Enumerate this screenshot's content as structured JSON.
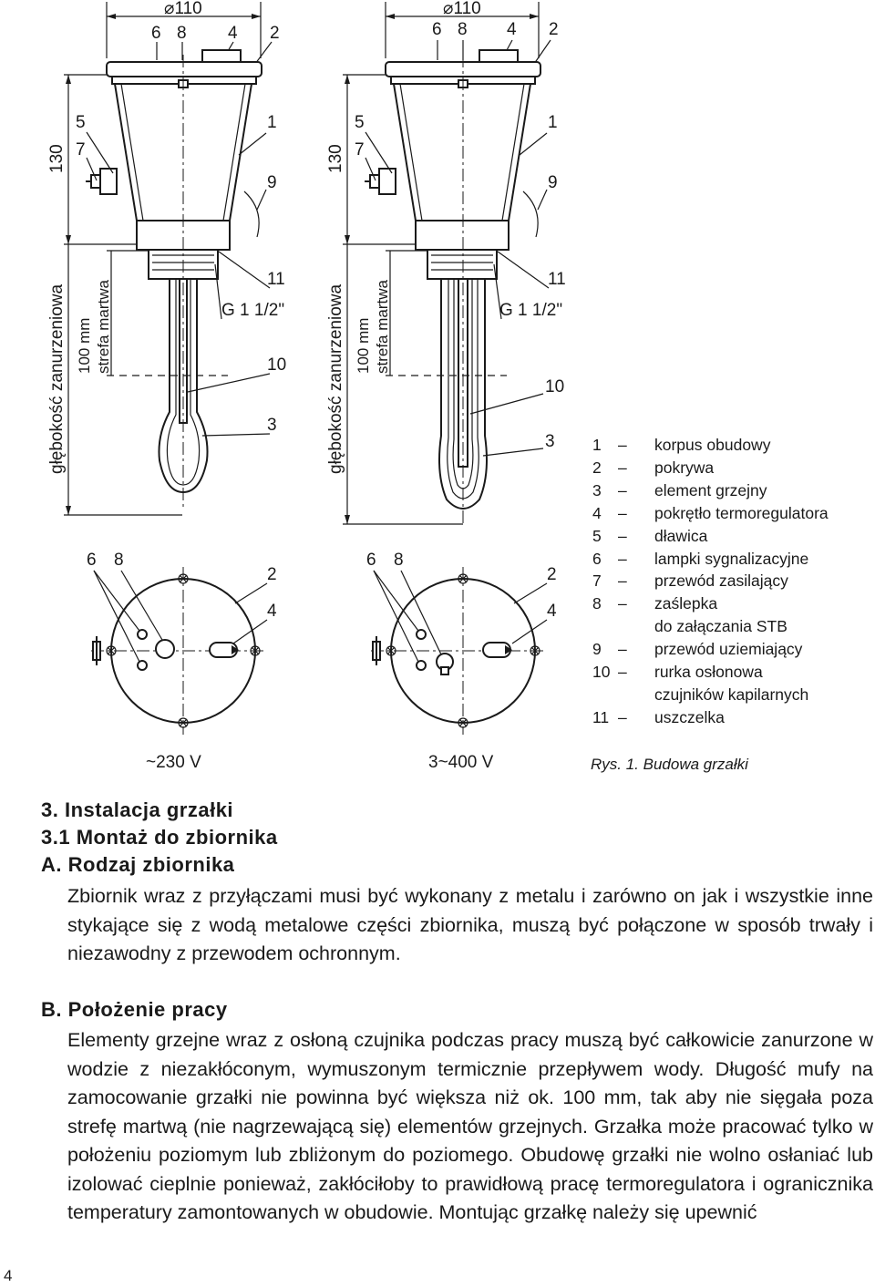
{
  "figure": {
    "diameter_label": "⌀110",
    "top_callouts": [
      "6",
      "8",
      "4",
      "2"
    ],
    "left_side_callouts": [
      "5",
      "7"
    ],
    "right_side_callouts": [
      "1",
      "9",
      "11",
      "10",
      "3"
    ],
    "height_dim": "130",
    "depth_dim": "głębokość zanurzeniowa",
    "deadzone_dim_line1": "100 mm",
    "deadzone_dim_line2": "strefa martwa",
    "thread_label": "G 1 1/2\"",
    "plan_callouts": [
      "6",
      "8",
      "2",
      "4"
    ],
    "voltage_left": "~230 V",
    "voltage_right": "3~400 V",
    "caption": "Rys. 1. Budowa grzałki"
  },
  "legend": [
    {
      "num": "1",
      "text": "korpus obudowy"
    },
    {
      "num": "2",
      "text": "pokrywa"
    },
    {
      "num": "3",
      "text": "element grzejny"
    },
    {
      "num": "4",
      "text": "pokrętło termoregulatora"
    },
    {
      "num": "5",
      "text": "dławica"
    },
    {
      "num": "6",
      "text": "lampki sygnalizacyjne"
    },
    {
      "num": "7",
      "text": "przewód zasilający"
    },
    {
      "num": "8",
      "text": "zaślepka",
      "cont": "do załączania STB"
    },
    {
      "num": "9",
      "text": "przewód uziemiający"
    },
    {
      "num": "10",
      "text": "rurka osłonowa",
      "cont": "czujników kapilarnych"
    },
    {
      "num": "11",
      "text": "uszczelka"
    }
  ],
  "sections": {
    "h3": "3. Instalacja grzałki",
    "h31": "3.1 Montaż do zbiornika",
    "hA": "A. Rodzaj zbiornika",
    "pA": "Zbiornik wraz z przyłączami musi być wykonany z metalu i zarówno on jak i wszystkie inne stykające się z wodą metalowe części zbiornika, muszą być połączone w sposób trwały i niezawodny z przewodem ochronnym.",
    "hB": "B. Położenie pracy",
    "pB": "Elementy grzejne wraz z osłoną czujnika podczas pracy muszą być całkowicie zanurzone w wodzie z niezakłóconym, wymuszonym termicznie przepływem wody. Długość mufy na zamocowanie grzałki nie powinna być większa niż ok. 100 mm, tak aby nie sięgała poza strefę martwą (nie nagrzewającą się) elementów grzejnych. Grzałka może pracować tylko w położeniu poziomym lub zbliżonym do poziomego. Obudowę grzałki nie wolno osłaniać lub izolować cieplnie ponieważ, zakłóciłoby to prawidłową pracę termoregulatora i ogranicznika temperatury zamontowanych w obudowie. Montując grzałkę należy się upewnić"
  },
  "page_number": "4"
}
